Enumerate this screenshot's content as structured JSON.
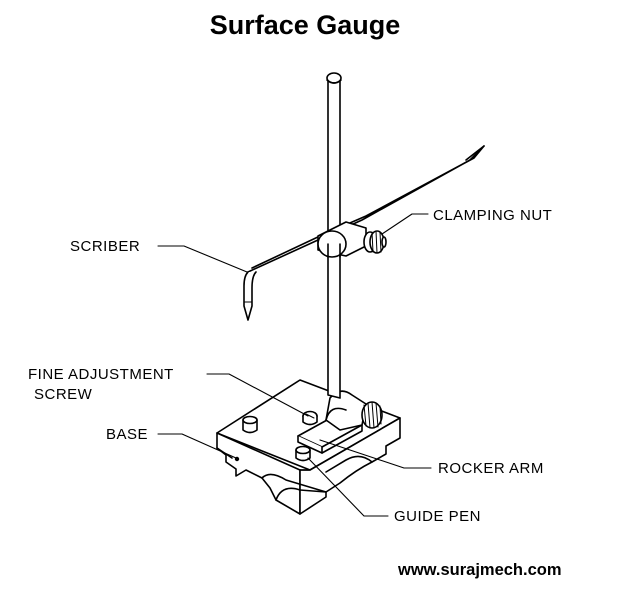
{
  "title": "Surface Gauge",
  "labels": {
    "clamping_nut": "CLAMPING NUT",
    "scriber": "SCRIBER",
    "fine_adjustment_line1": "FINE ADJUSTMENT",
    "fine_adjustment_line2": "SCREW",
    "base": "BASE",
    "rocker_arm": "ROCKER ARM",
    "guide_pen": "GUIDE PEN"
  },
  "website": "www.surajmech.com",
  "colors": {
    "ink": "#000000",
    "background": "#ffffff"
  }
}
